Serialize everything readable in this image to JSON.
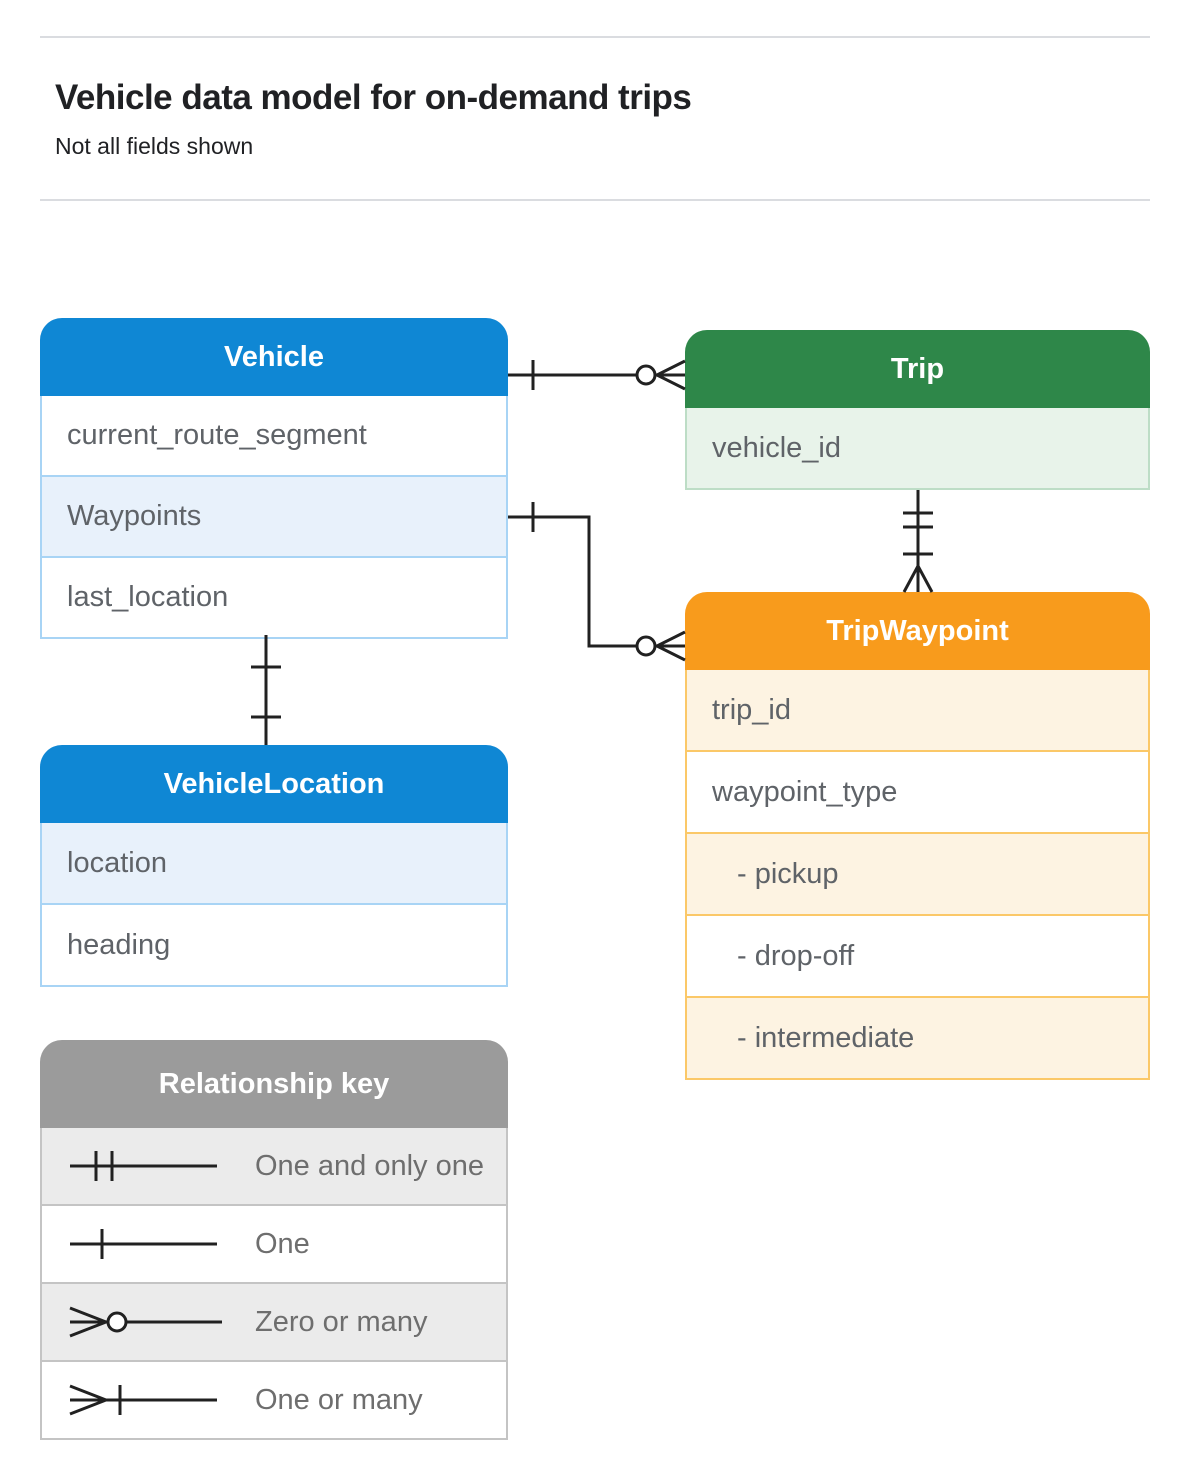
{
  "page": {
    "title": "Vehicle data model for on-demand trips",
    "subtitle": "Not all fields shown"
  },
  "entities": {
    "vehicle": {
      "title": "Vehicle",
      "fields": [
        "current_route_segment",
        "Waypoints",
        "last_location"
      ]
    },
    "trip": {
      "title": "Trip",
      "fields": [
        "vehicle_id"
      ]
    },
    "tripWaypoint": {
      "title": "TripWaypoint",
      "fields": [
        "trip_id",
        "waypoint_type",
        "- pickup",
        "- drop-off",
        "- intermediate"
      ]
    },
    "vehicleLocation": {
      "title": "VehicleLocation",
      "fields": [
        "location",
        "heading"
      ]
    }
  },
  "legend": {
    "title": "Relationship key",
    "items": [
      {
        "symbol": "one-and-only-one",
        "label": "One and only one"
      },
      {
        "symbol": "one",
        "label": "One"
      },
      {
        "symbol": "zero-or-many",
        "label": "Zero or many"
      },
      {
        "symbol": "one-or-many",
        "label": "One or many"
      }
    ]
  },
  "relationships": [
    {
      "from": "Vehicle",
      "to": "Trip",
      "from_cardinality": "one",
      "to_cardinality": "zero-or-many"
    },
    {
      "from": "Vehicle.Waypoints",
      "to": "TripWaypoint",
      "from_cardinality": "one",
      "to_cardinality": "zero-or-many"
    },
    {
      "from": "Trip",
      "to": "TripWaypoint",
      "from_cardinality": "one-and-only-one",
      "to_cardinality": "one-or-many"
    },
    {
      "from": "Vehicle",
      "to": "VehicleLocation",
      "from_cardinality": "one",
      "to_cardinality": "one"
    }
  ],
  "colors": {
    "blue": "#0f87d4",
    "blue-light": "#e8f1fb",
    "blue-border": "#a8d4f5",
    "green": "#2e8749",
    "green-light": "#e8f3ea",
    "green-border": "#bdddc6",
    "orange": "#f89b1c",
    "orange-light": "#fdf3e2",
    "orange-border": "#fbc868",
    "gray": "#9b9b9b",
    "gray-light": "#ebebeb",
    "gray-border": "#c4c4c4",
    "line": "#212121",
    "field-text": "#5f6368",
    "legend-text": "#6e6e6e",
    "title-text": "#202124",
    "rule": "#dadce0"
  }
}
